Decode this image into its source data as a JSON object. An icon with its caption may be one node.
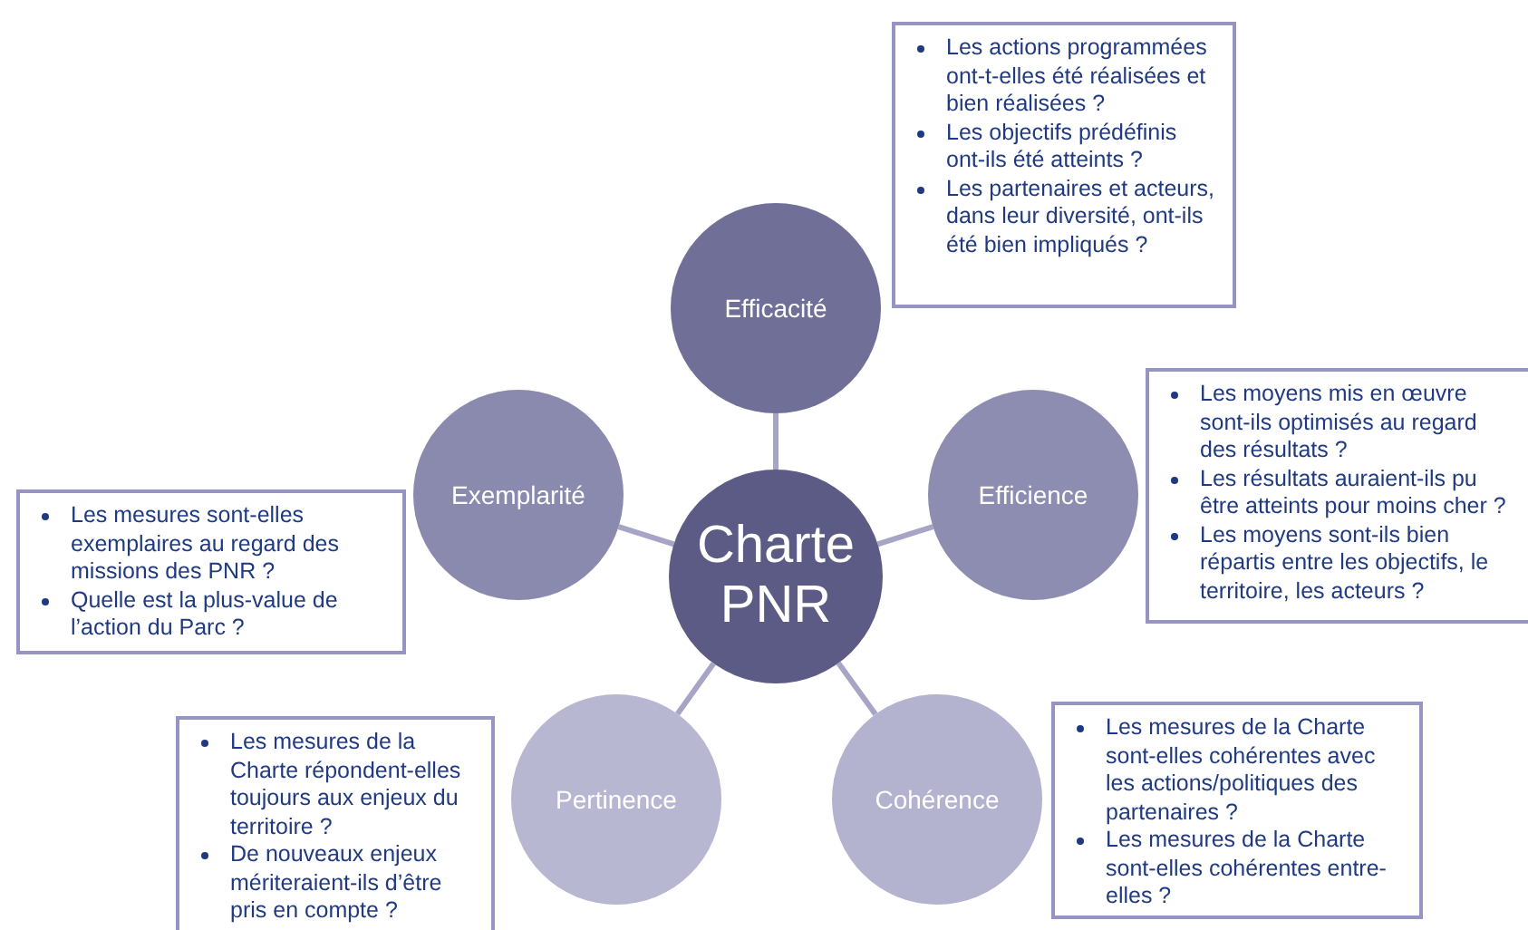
{
  "diagram": {
    "nodes": [
      {
        "text": [
          "Charte PNR"
        ]
      },
      {
        "text": [
          "Efficacité"
        ]
      },
      {
        "text": [
          "Efficience"
        ]
      },
      {
        "text": [
          "Cohérence"
        ]
      },
      {
        "text": [
          "Pertinence"
        ]
      },
      {
        "text": [
          "Exemplarité"
        ]
      },
      {
        "text": [
          "Les actions programmées ont-t-elles été réalisées et bien réalisées ?",
          "Les objectifs prédéfinis ont-ils été atteints ?",
          "Les partenaires et acteurs, dans leur diversité, ont-ils été bien impliqués ?"
        ]
      },
      {
        "text": [
          "Les moyens mis en œuvre sont-ils optimisés au regard des résultats ?",
          "Les résultats auraient-ils pu être atteints pour moins cher ?",
          "Les moyens sont-ils bien répartis entre les objectifs, le territoire, les acteurs ?"
        ]
      },
      {
        "text": [
          "Les mesures de la Charte sont-elles cohérentes avec les actions/politiques des partenaires ?",
          "Les mesures de la Charte sont-elles cohérentes entre-elles ?"
        ]
      },
      {
        "text": [
          "Les mesures de la Charte répondent-elles toujours aux enjeux du territoire ?",
          "De nouveaux enjeux mériteraient-ils d’être pris en compte ?"
        ]
      },
      {
        "text": [
          "Les mesures sont-elles exemplaires au regard  des missions des PNR ?",
          "Quelle est la plus-value de l’action du Parc ?"
        ]
      }
    ],
    "edges": [
      {
        "from": 0,
        "to": 1,
        "arrow": "none"
      },
      {
        "from": 0,
        "to": 2,
        "arrow": "none"
      },
      {
        "from": 0,
        "to": 3,
        "arrow": "none"
      },
      {
        "from": 0,
        "to": 4,
        "arrow": "none"
      },
      {
        "from": 0,
        "to": 5,
        "arrow": "none"
      }
    ]
  }
}
